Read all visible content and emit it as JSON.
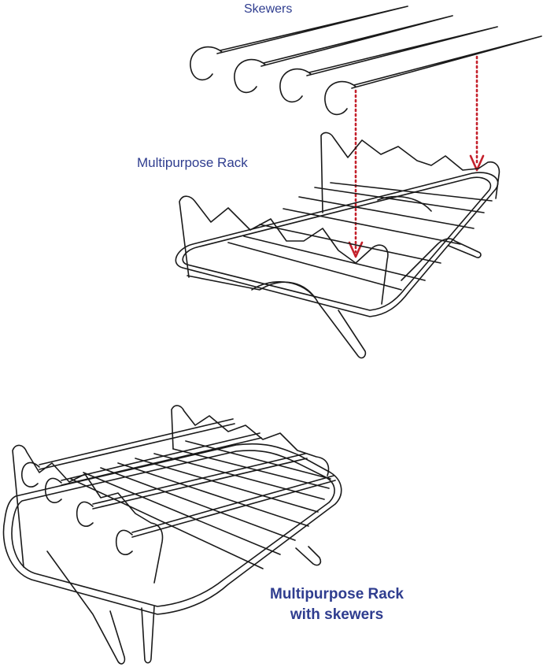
{
  "labels": {
    "skewers": "Skewers",
    "rack": "Multipurpose Rack",
    "assembled_line1": "Multipurpose Rack",
    "assembled_line2": "with skewers"
  },
  "colors": {
    "label_text": "#2f3d8f",
    "arrow": "#c4202b",
    "wire": "#1a1a1a",
    "background": "#ffffff"
  }
}
